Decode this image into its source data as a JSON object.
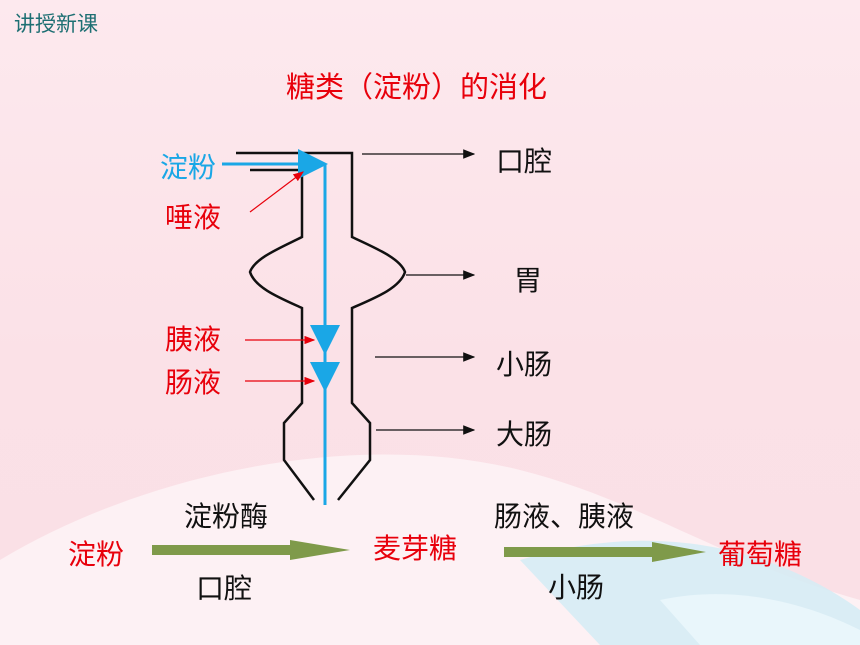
{
  "header": {
    "section_label": "讲授新课"
  },
  "title": "糖类（淀粉）的消化",
  "diagram": {
    "inputs": {
      "starch": "淀粉",
      "saliva": "唾液",
      "pancreatic_juice": "胰液",
      "intestinal_juice": "肠液"
    },
    "organs": {
      "mouth": "口腔",
      "stomach": "胃",
      "small_intestine": "小肠",
      "large_intestine": "大肠"
    },
    "colors": {
      "tract": "#111111",
      "starch_path": "#1aa7e6",
      "enzyme": "#e8000b",
      "arrow_stage": "#7f9a4a"
    }
  },
  "equation": {
    "start": "淀粉",
    "step1_enzyme": "淀粉酶",
    "step1_location": "口腔",
    "middle": "麦芽糖",
    "step2_enzyme": "肠液、胰液",
    "step2_location": "小肠",
    "end": "葡萄糖"
  }
}
